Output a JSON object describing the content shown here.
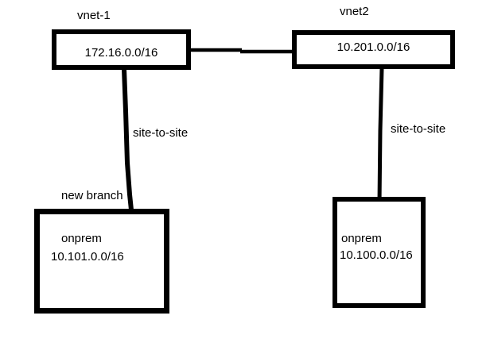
{
  "colors": {
    "ink": "#000000",
    "background": "#ffffff"
  },
  "diagram": {
    "vnet1": {
      "label": "vnet-1",
      "cidr": "172.16.0.0/16"
    },
    "vnet2": {
      "label": "vnet2",
      "cidr": "10.201.0.0/16"
    },
    "left_connection": {
      "label": "site-to-site"
    },
    "right_connection": {
      "label": "site-to-site"
    },
    "left_onprem": {
      "title": "new branch",
      "name": "onprem",
      "cidr": "10.101.0.0/16"
    },
    "right_onprem": {
      "name": "onprem",
      "cidr": "10.100.0.0/16"
    }
  }
}
